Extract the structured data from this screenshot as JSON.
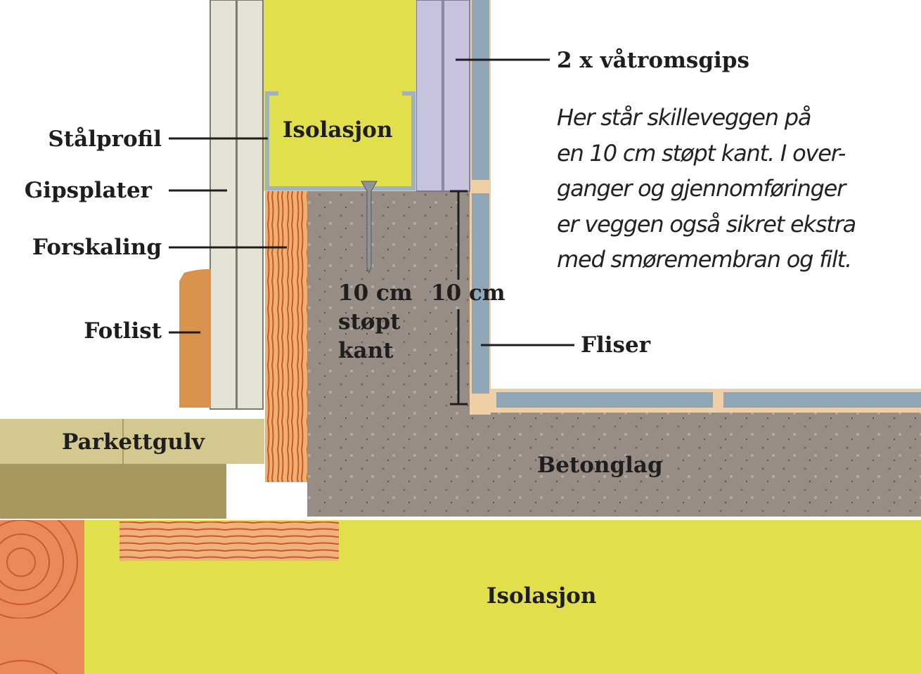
{
  "labels": {
    "vatromsgips": "2 x våtromsgips",
    "isolasjon_top": "Isolasjon",
    "stalprofil": "Stålprofil",
    "gipsplater": "Gipsplater",
    "forskaling": "Forskaling",
    "fotlist": "Fotlist",
    "fliser": "Fliser",
    "parkettgulv": "Parkettgulv",
    "betonglag": "Betonglag",
    "isolasjon_bottom": "Isolasjon",
    "dim_left": [
      "10 cm",
      "støpt",
      "kant"
    ],
    "dim_right": "10 cm"
  },
  "note": [
    "Her står skilleveggen på",
    "en 10 cm støpt kant. I over-",
    "ganger og gjennomføringer",
    "er veggen også sikret ekstra",
    "med smøremembran og filt."
  ],
  "colors": {
    "insulation": "#e2df4c",
    "concrete": "#978d84",
    "gypsum": "#e5e3d6",
    "wetroom_gypsum": "#c5c3dd",
    "tile": "#8ea6b6",
    "wood": "#e59a5a",
    "parquet": "#d3c890"
  }
}
